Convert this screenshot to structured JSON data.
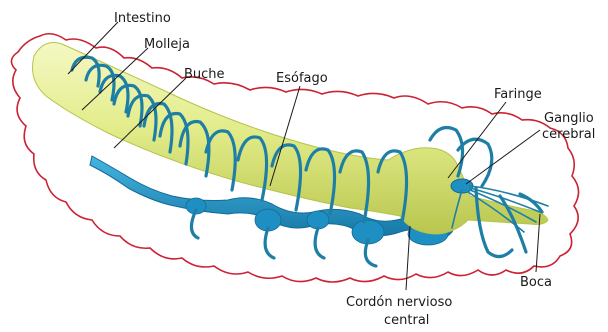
{
  "labels": {
    "intestino": "Intestino",
    "molleja": "Molleja",
    "buche": "Buche",
    "esofago": "Esófago",
    "faringe": "Faringe",
    "ganglio_line1": "Ganglio",
    "ganglio_line2": "cerebral",
    "boca": "Boca",
    "cordon_line1": "Cordón nervioso",
    "cordon_line2": "central"
  },
  "colors": {
    "body_outline": "#cc2233",
    "digestive_tract": "#e3ec8a",
    "nerve_cord": "#1e8fc2",
    "nerve_branches": "#1e7fa6"
  }
}
